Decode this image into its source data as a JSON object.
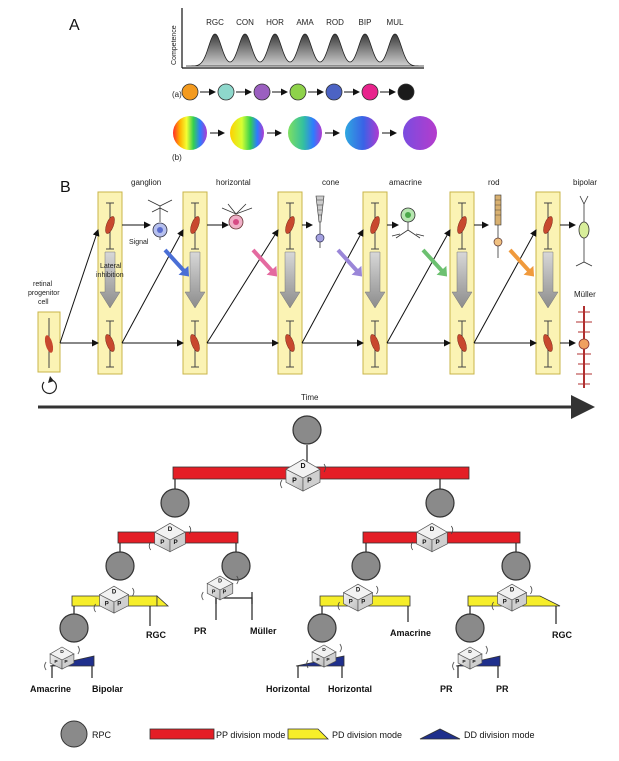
{
  "panel_a": {
    "letter": "A",
    "axis_label": "Competence",
    "cell_types": [
      "RGC",
      "CON",
      "HOR",
      "AMA",
      "ROD",
      "BIP",
      "MUL"
    ],
    "row_a_label": "(a)",
    "row_b_label": "(b)",
    "row_a_colors": [
      "#f39a1e",
      "#8ed8cc",
      "#9b5fc0",
      "#8ed24a",
      "#4c63c4",
      "#e8238c",
      "#1a1a1a"
    ]
  },
  "panel_b": {
    "letter": "B",
    "labels": {
      "progenitor_line1": "retinal",
      "progenitor_line2": "progenitor",
      "progenitor_line3": "cell",
      "ganglion": "ganglion",
      "horizontal": "horizontal",
      "cone": "cone",
      "amacrine": "amacrine",
      "rod": "rod",
      "bipolar": "bipolar",
      "muller": "Müller",
      "signal": "Signal",
      "lateral_line1": "Lateral",
      "lateral_line2": "inhibition",
      "time": "Time"
    },
    "signal_arrow_colors": [
      "#4a6fd6",
      "#e46aa0",
      "#9a86d8",
      "#6cc070",
      "#f09a3c"
    ]
  },
  "panel_c": {
    "dice_faces": [
      "P",
      "P",
      "D"
    ],
    "leaf_labels": {
      "rgc_left": "RGC",
      "pr_mid": "PR",
      "muller": "Müller",
      "amacrine_left": "Amacrine",
      "bipolar": "Bipolar",
      "amacrine_right": "Amacrine",
      "rgc_right": "RGC",
      "horizontal_1": "Horizontal",
      "horizontal_2": "Horizontal",
      "pr_1": "PR",
      "pr_2": "PR"
    },
    "legend": {
      "rpc": "RPC",
      "pp": "PP division mode",
      "pd": "PD division mode",
      "dd": "DD division mode"
    },
    "colors": {
      "rpc": "#8a8a8a",
      "pp": "#e41e26",
      "pd": "#f6ee2a",
      "dd": "#1f2f8c"
    }
  }
}
